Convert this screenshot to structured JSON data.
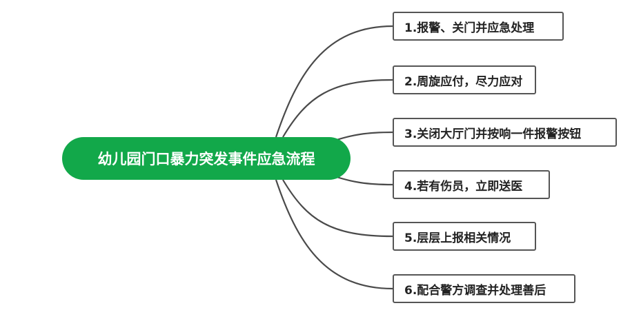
{
  "root": {
    "label": "幼儿园门口暴力突发事件应急流程",
    "color": "#12a84a"
  },
  "branches": [
    {
      "label": "1.报警、关门并应急处理"
    },
    {
      "label": "2.周旋应付，尽力应对"
    },
    {
      "label": "3.关闭大厅门并按响一件报警按钮"
    },
    {
      "label": "4.若有伤员，立即送医"
    },
    {
      "label": "5.层层上报相关情况"
    },
    {
      "label": "6.配合警方调查并处理善后"
    }
  ],
  "connector_color": "#4a4a4a"
}
